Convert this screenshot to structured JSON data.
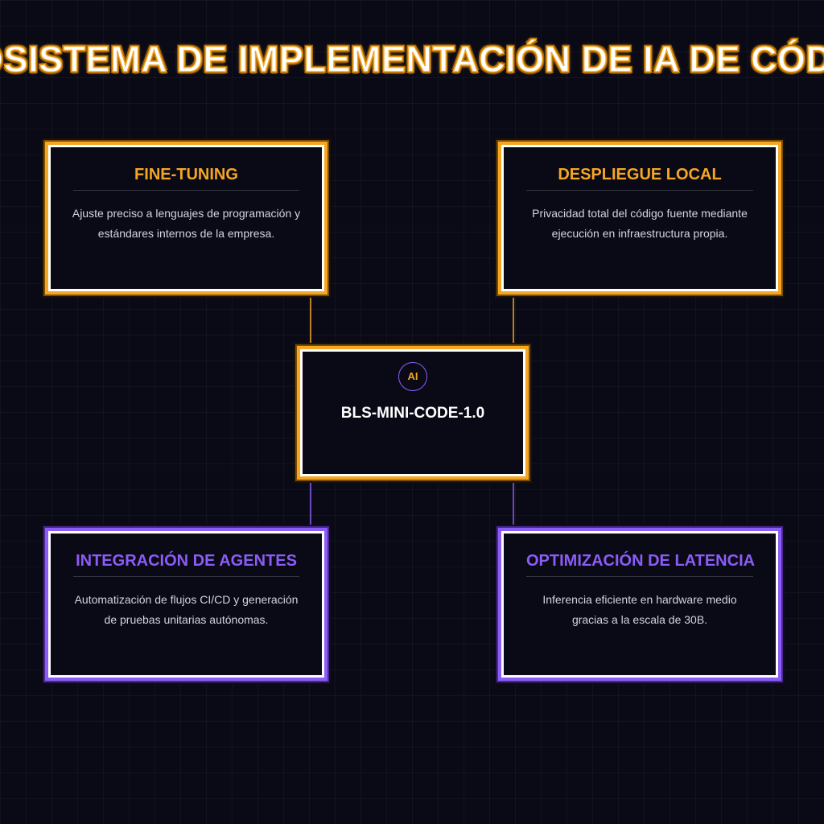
{
  "title": "ECOSISTEMA DE IMPLEMENTACIÓN DE IA DE CÓDIGO",
  "hub": {
    "badge": "AI",
    "name": "BLS-MINI-CODE-1.0"
  },
  "nodes": {
    "fine_tuning": {
      "title": "FINE-TUNING",
      "description": "Ajuste preciso a lenguajes de programación y estándares internos de la empresa."
    },
    "local_deployment": {
      "title": "DESPLIEGUE LOCAL",
      "description": "Privacidad total del código fuente mediante ejecución en infraestructura propia."
    },
    "agent_integration": {
      "title": "INTEGRACIÓN DE AGENTES",
      "description": "Automatización de flujos CI/CD y generación de pruebas unitarias autónomas."
    },
    "latency_optimization": {
      "title": "OPTIMIZACIÓN DE LATENCIA",
      "description": "Inferencia eficiente en hardware medio gracias a la escala de 30B."
    }
  },
  "colors": {
    "orange_accent": "#f5a623",
    "purple_accent": "#8b5cf6",
    "background": "#0a0a16",
    "border": "#ffffff"
  }
}
